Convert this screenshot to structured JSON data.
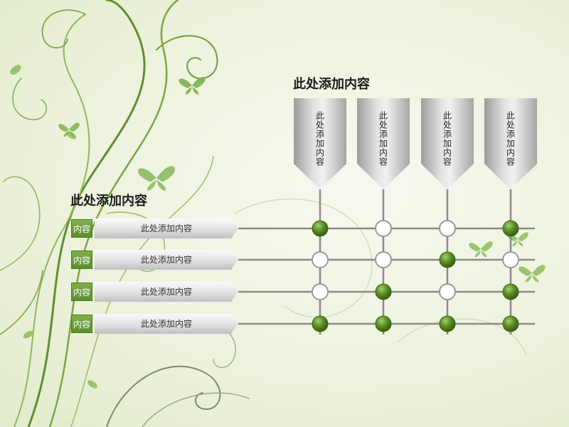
{
  "diagram": {
    "title_top": "此处添加内容",
    "title_left": "此处添加内容",
    "columns": [
      {
        "label": "此处添加内容"
      },
      {
        "label": "此处添加内容"
      },
      {
        "label": "此处添加内容"
      },
      {
        "label": "此处添加内容"
      }
    ],
    "rows": [
      {
        "tag": "内容",
        "label": "此处添加内容"
      },
      {
        "tag": "内容",
        "label": "此处添加内容"
      },
      {
        "tag": "内容",
        "label": "此处添加内容"
      },
      {
        "tag": "内容",
        "label": "此处添加内容"
      }
    ],
    "matrix": [
      [
        1,
        0,
        0,
        1
      ],
      [
        0,
        0,
        1,
        0
      ],
      [
        0,
        1,
        0,
        1
      ],
      [
        1,
        1,
        1,
        1
      ]
    ]
  },
  "colors": {
    "accent": "#5b8c2a",
    "accent_light": "#86b34f",
    "line": "#8a8a8a",
    "node_empty": "#ffffff"
  },
  "icons": [
    "butterfly-icon",
    "swirl-vine-decoration"
  ]
}
